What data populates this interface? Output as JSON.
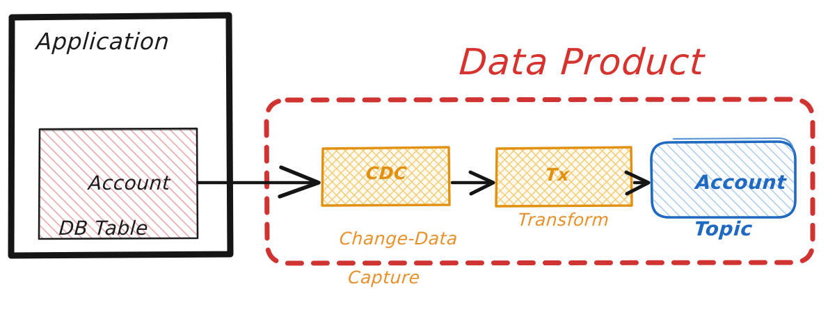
{
  "diagram": {
    "type": "flow-diagram",
    "style": "hand-drawn-sketch",
    "background": "#ffffff"
  },
  "application": {
    "title": "Application",
    "border_color": "#1c1c1c"
  },
  "database_table": {
    "line1": "Account",
    "line2": "DB Table",
    "fill_pattern": "diagonal-hatch",
    "fill_color": "#e8a3a8",
    "border_color": "#1c1c1c"
  },
  "data_product": {
    "title": "Data Product",
    "accent_color": "#d6332f",
    "border_style": "dashed-rounded"
  },
  "stages": [
    {
      "id": "cdc",
      "label": "CDC",
      "caption_line1": "Change-Data",
      "caption_line2": "Capture",
      "border_color": "#e2900f",
      "fill_pattern": "cross-hatch",
      "fill_color": "#f5c96a"
    },
    {
      "id": "transform",
      "label": "Tx",
      "caption_line1": "Transform",
      "caption_line2": "",
      "border_color": "#e2900f",
      "fill_pattern": "cross-hatch",
      "fill_color": "#f5c96a"
    },
    {
      "id": "topic",
      "label_line1": "Account",
      "label_line2": "Topic",
      "border_color": "#1f69c0",
      "fill_pattern": "diagonal-hatch",
      "fill_color": "#8fb9e3"
    }
  ],
  "arrows": [
    {
      "id": "db-to-cdc",
      "from": "database_table",
      "to": "cdc",
      "color": "#1c1c1c"
    },
    {
      "id": "cdc-to-tx",
      "from": "cdc",
      "to": "transform",
      "color": "#1c1c1c"
    },
    {
      "id": "tx-to-topic",
      "from": "transform",
      "to": "topic",
      "color": "#1c1c1c"
    }
  ]
}
